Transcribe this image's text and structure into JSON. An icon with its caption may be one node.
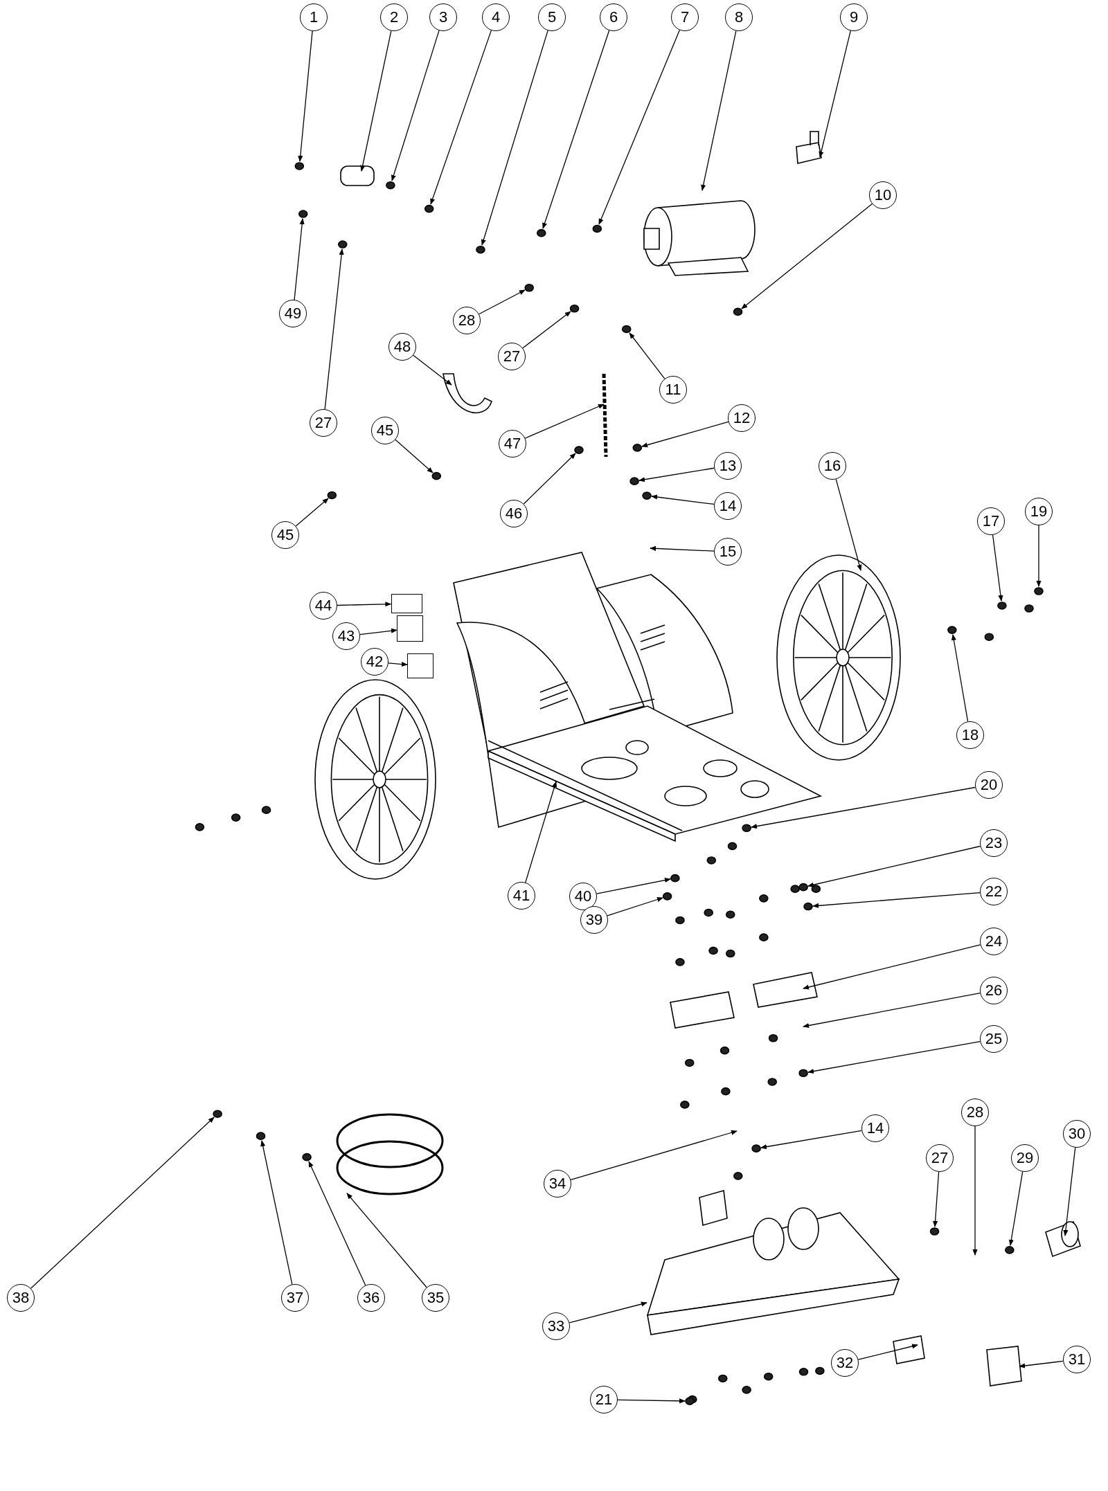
{
  "diagram": {
    "nodes": [
      {
        "text": [
          "1"
        ]
      },
      {
        "text": [
          "2"
        ]
      },
      {
        "text": [
          "3"
        ]
      },
      {
        "text": [
          "4"
        ]
      },
      {
        "text": [
          "5"
        ]
      },
      {
        "text": [
          "6"
        ]
      },
      {
        "text": [
          "7"
        ]
      },
      {
        "text": [
          "8"
        ]
      },
      {
        "text": [
          "9"
        ]
      },
      {
        "text": [
          "10"
        ]
      },
      {
        "text": [
          "49"
        ]
      },
      {
        "text": [
          "27"
        ]
      },
      {
        "text": [
          "28"
        ]
      },
      {
        "text": [
          "27"
        ]
      },
      {
        "text": [
          "11"
        ]
      },
      {
        "text": [
          "48"
        ]
      },
      {
        "text": [
          "12"
        ]
      },
      {
        "text": [
          "45"
        ]
      },
      {
        "text": [
          "47"
        ]
      },
      {
        "text": [
          "13"
        ]
      },
      {
        "text": [
          "16"
        ]
      },
      {
        "text": [
          "19"
        ]
      },
      {
        "text": [
          "14"
        ]
      },
      {
        "text": [
          "46"
        ]
      },
      {
        "text": [
          "17"
        ]
      },
      {
        "text": [
          "45"
        ]
      },
      {
        "text": [
          "15"
        ]
      },
      {
        "text": [
          "44"
        ]
      },
      {
        "text": [
          "43"
        ]
      },
      {
        "text": [
          "42"
        ]
      },
      {
        "text": [
          "18"
        ]
      },
      {
        "text": [
          "20"
        ]
      },
      {
        "text": [
          "23"
        ]
      },
      {
        "text": [
          "41"
        ]
      },
      {
        "text": [
          "40"
        ]
      },
      {
        "text": [
          "22"
        ]
      },
      {
        "text": [
          "39"
        ]
      },
      {
        "text": [
          "24"
        ]
      },
      {
        "text": [
          "26"
        ]
      },
      {
        "text": [
          "25"
        ]
      },
      {
        "text": [
          "14"
        ]
      },
      {
        "text": [
          "28"
        ]
      },
      {
        "text": [
          "30"
        ]
      },
      {
        "text": [
          "27"
        ]
      },
      {
        "text": [
          "29"
        ]
      },
      {
        "text": [
          "34"
        ]
      },
      {
        "text": [
          "38"
        ]
      },
      {
        "text": [
          "37"
        ]
      },
      {
        "text": [
          "36"
        ]
      },
      {
        "text": [
          "35"
        ]
      },
      {
        "text": [
          "33"
        ]
      },
      {
        "text": [
          "32"
        ]
      },
      {
        "text": [
          "31"
        ]
      },
      {
        "text": [
          "21"
        ]
      },
      {
        "text": [],
        "shape": "box"
      },
      {
        "text": [],
        "shape": "box"
      },
      {
        "text": [],
        "shape": "box"
      }
    ],
    "edges": [
      {
        "from": 0,
        "to": null,
        "arrow": "to"
      },
      {
        "from": 1,
        "to": null,
        "arrow": "to"
      },
      {
        "from": 2,
        "to": null,
        "arrow": "to"
      },
      {
        "from": 3,
        "to": null,
        "arrow": "to"
      },
      {
        "from": 4,
        "to": null,
        "arrow": "to"
      },
      {
        "from": 5,
        "to": null,
        "arrow": "to"
      },
      {
        "from": 6,
        "to": null,
        "arrow": "to"
      },
      {
        "from": 7,
        "to": null,
        "arrow": "to"
      },
      {
        "from": 8,
        "to": null,
        "arrow": "to"
      },
      {
        "from": 9,
        "to": null,
        "arrow": "to"
      },
      {
        "from": 10,
        "to": null,
        "arrow": "to"
      },
      {
        "from": 11,
        "to": null,
        "arrow": "to"
      },
      {
        "from": 12,
        "to": null,
        "arrow": "to"
      },
      {
        "from": 13,
        "to": null,
        "arrow": "to"
      },
      {
        "from": 14,
        "to": null,
        "arrow": "to"
      },
      {
        "from": 15,
        "to": null,
        "arrow": "to"
      },
      {
        "from": 16,
        "to": null,
        "arrow": "to"
      },
      {
        "from": 17,
        "to": null,
        "arrow": "to"
      },
      {
        "from": 18,
        "to": null,
        "arrow": "to"
      },
      {
        "from": 19,
        "to": null,
        "arrow": "to"
      },
      {
        "from": 20,
        "to": null,
        "arrow": "to"
      },
      {
        "from": 21,
        "to": null,
        "arrow": "to"
      },
      {
        "from": 22,
        "to": null,
        "arrow": "to"
      },
      {
        "from": 23,
        "to": null,
        "arrow": "to"
      },
      {
        "from": 24,
        "to": null,
        "arrow": "to"
      },
      {
        "from": 25,
        "to": null,
        "arrow": "to"
      },
      {
        "from": 26,
        "to": null,
        "arrow": "to"
      },
      {
        "from": 27,
        "to": 54,
        "arrow": "to"
      },
      {
        "from": 28,
        "to": 55,
        "arrow": "to"
      },
      {
        "from": 29,
        "to": 56,
        "arrow": "to"
      },
      {
        "from": 30,
        "to": null,
        "arrow": "to"
      },
      {
        "from": 31,
        "to": null,
        "arrow": "to"
      },
      {
        "from": 32,
        "to": null,
        "arrow": "to"
      },
      {
        "from": 33,
        "to": null,
        "arrow": "to"
      },
      {
        "from": 34,
        "to": null,
        "arrow": "to"
      },
      {
        "from": 35,
        "to": null,
        "arrow": "to"
      },
      {
        "from": 36,
        "to": null,
        "arrow": "to"
      },
      {
        "from": 37,
        "to": null,
        "arrow": "to"
      },
      {
        "from": 38,
        "to": null,
        "arrow": "to"
      },
      {
        "from": 39,
        "to": null,
        "arrow": "to"
      },
      {
        "from": 40,
        "to": null,
        "arrow": "to"
      },
      {
        "from": 41,
        "to": null,
        "arrow": "to"
      },
      {
        "from": 42,
        "to": null,
        "arrow": "to"
      },
      {
        "from": 43,
        "to": null,
        "arrow": "to"
      },
      {
        "from": 44,
        "to": null,
        "arrow": "to"
      },
      {
        "from": 45,
        "to": null,
        "arrow": "to"
      },
      {
        "from": 46,
        "to": null,
        "arrow": "to"
      },
      {
        "from": 47,
        "to": null,
        "arrow": "to"
      },
      {
        "from": 48,
        "to": null,
        "arrow": "to"
      },
      {
        "from": 49,
        "to": null,
        "arrow": "to"
      },
      {
        "from": 50,
        "to": null,
        "arrow": "to"
      },
      {
        "from": 51,
        "to": null,
        "arrow": "to"
      },
      {
        "from": 52,
        "to": null,
        "arrow": "to"
      },
      {
        "from": 53,
        "to": null,
        "arrow": "to"
      }
    ]
  }
}
